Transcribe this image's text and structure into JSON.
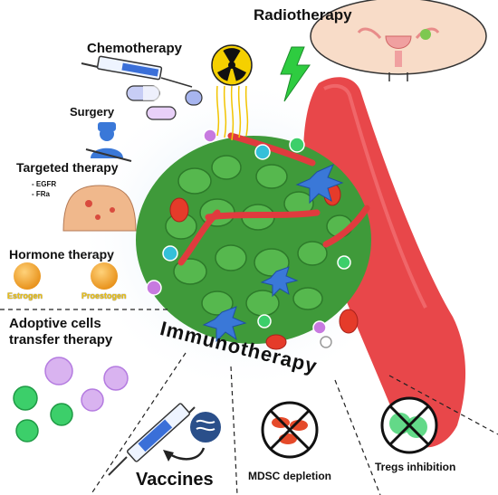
{
  "labels": {
    "radiotherapy": "Radiotherapy",
    "chemotherapy": "Chemotherapy",
    "surgery": "Surgery",
    "targeted_therapy": "Targeted therapy",
    "targets": [
      "- EGFR",
      "- FRa"
    ],
    "hormone_therapy": "Hormone therapy",
    "estrogen": "Estrogen",
    "proestogen": "Proestogen",
    "adoptive_line1": "Adoptive cells",
    "adoptive_line2": "transfer therapy",
    "immunotherapy": "Immunotherapy",
    "vaccines": "Vaccines",
    "mdsc_depletion": "MDSC depletion",
    "tregs_inhibition": "Tregs inhibition"
  },
  "colors": {
    "tumor_green": "#3f9a3a",
    "vessel_red": "#e8474a",
    "hazard_yellow": "#f5d000",
    "lightning_green": "#2ecc40",
    "estrogen_orange": "#f5a623",
    "label_yellow": "#f1c40f",
    "purple_cell": "#c77ae0",
    "green_cell": "#3ccf6a"
  },
  "icons": [
    "syringe-icon",
    "radiation-icon",
    "lightning-icon",
    "pills-icon",
    "surgeon-icon",
    "torso-icon",
    "uterus-icon",
    "vaccine-syringe-icon",
    "virus-icon",
    "no-symbol-icon"
  ]
}
